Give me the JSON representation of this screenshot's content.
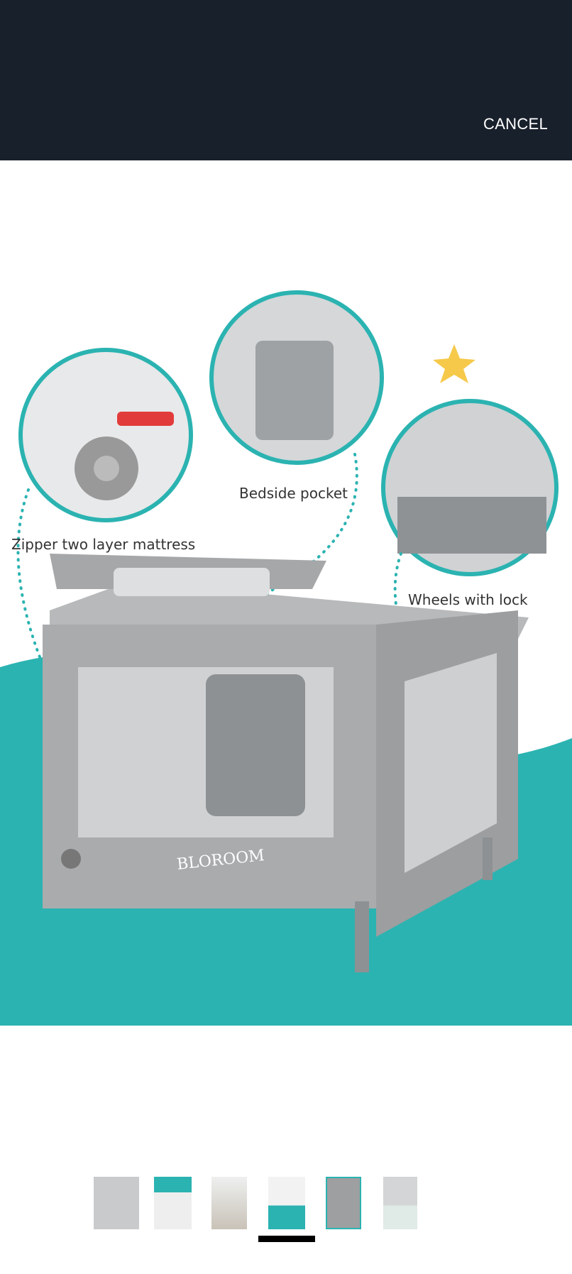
{
  "header": {
    "cancel_label": "CANCEL"
  },
  "product_image": {
    "callouts": [
      "Zipper two layer mattress",
      "Bedside pocket",
      "Wheels with lock"
    ],
    "brand": "BLOROOM"
  },
  "gallery": {
    "thumbnail_count": 6,
    "selected_index": 3
  },
  "colors": {
    "header": "#18202b",
    "teal": "#2bb3b1",
    "crib_gray": "#a9abad"
  }
}
